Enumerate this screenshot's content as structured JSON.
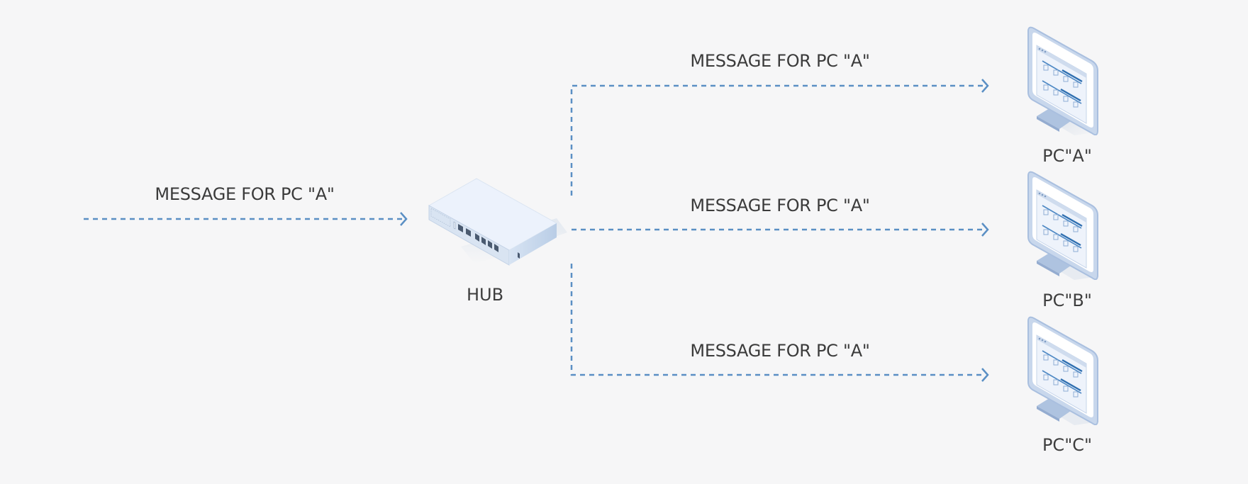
{
  "diagram": {
    "colors": {
      "line": "#5a8fc4",
      "background": "#f6f6f7",
      "text": "#3b3b3b"
    },
    "incoming": {
      "label": "MESSAGE FOR PC \"A\""
    },
    "hub": {
      "label": "HUB",
      "icon": "network-hub-icon"
    },
    "outgoing": [
      {
        "label": "MESSAGE FOR PC \"A\"",
        "target": "PC\"A\""
      },
      {
        "label": "MESSAGE FOR PC \"A\"",
        "target": "PC\"B\""
      },
      {
        "label": "MESSAGE FOR PC \"A\"",
        "target": "PC\"C\""
      }
    ],
    "computers": [
      {
        "label": "PC\"A\"",
        "icon": "monitor-icon"
      },
      {
        "label": "PC\"B\"",
        "icon": "monitor-icon"
      },
      {
        "label": "PC\"C\"",
        "icon": "monitor-icon"
      }
    ]
  }
}
